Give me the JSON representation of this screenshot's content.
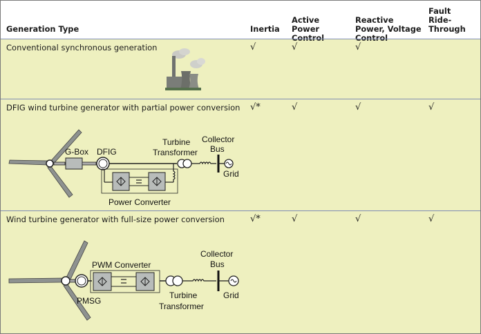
{
  "headers": {
    "generation_type": "Generation Type",
    "inertia": "Inertia",
    "active_power": "Active Power Control",
    "reactive_power": "Reactive Power, Voltage Control",
    "fault_ride": "Fault Ride-Through"
  },
  "rows": [
    {
      "label": "Conventional synchronous generation",
      "inertia": "√",
      "active": "√",
      "reactive": "√",
      "fault": ""
    },
    {
      "label": "DFIG wind turbine generator with partial power conversion",
      "inertia": "√*",
      "active": "√",
      "reactive": "√",
      "fault": "√",
      "diagram": {
        "gbox": "G-Box",
        "dfig": "DFIG",
        "turbine_transformer_1": "Turbine",
        "turbine_transformer_2": "Transformer",
        "collector_bus_1": "Collector",
        "collector_bus_2": "Bus",
        "grid": "Grid",
        "power_converter": "Power Converter"
      }
    },
    {
      "label": "Wind turbine generator with full-size power conversion",
      "inertia": "√*",
      "active": "√",
      "reactive": "√",
      "fault": "√",
      "diagram": {
        "pwm_converter": "PWM Converter",
        "pmsg": "PMSG",
        "turbine_transformer_1": "Turbine",
        "turbine_transformer_2": "Transformer",
        "collector_bus_1": "Collector",
        "collector_bus_2": "Bus",
        "grid": "Grid"
      }
    }
  ],
  "colors": {
    "row_background": "#eef0bf",
    "header_background": "#ffffff",
    "divider": "#7f8cb3"
  }
}
